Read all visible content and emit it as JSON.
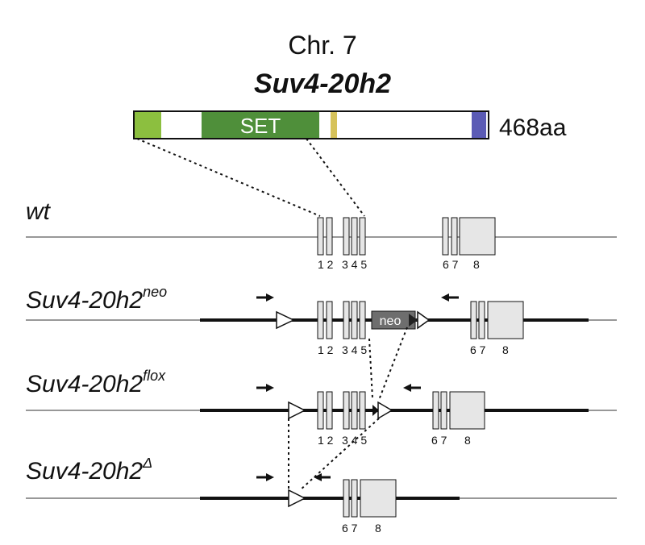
{
  "chromosome": "Chr. 7",
  "gene": "Suv4-20h2",
  "protein": {
    "length_label": "468aa",
    "domain_label": "SET",
    "colors": {
      "n_terminal": "#8cbf3f",
      "set_domain": "#4f8f3a",
      "yellow_motif": "#d6c25a",
      "c_terminal": "#5b5bb5"
    }
  },
  "alleles": [
    {
      "base": "wt",
      "sup": "",
      "exon_labels": [
        "1 2",
        "3 4 5",
        "6 7",
        "8"
      ]
    },
    {
      "base": "Suv4-20h2",
      "sup": "neo",
      "exon_labels": [
        "1 2",
        "3 4 5",
        "6 7",
        "8"
      ],
      "cassette": "neo"
    },
    {
      "base": "Suv4-20h2",
      "sup": "flox",
      "exon_labels": [
        "1 2",
        "3 4 5",
        "6 7",
        "8"
      ]
    },
    {
      "base": "Suv4-20h2",
      "sup": "Δ",
      "exon_labels": [
        "6 7",
        "8"
      ]
    }
  ],
  "colors": {
    "exon_fill": "#e6e6e6",
    "neo_fill": "#6e6e6e",
    "line": "#111111"
  }
}
